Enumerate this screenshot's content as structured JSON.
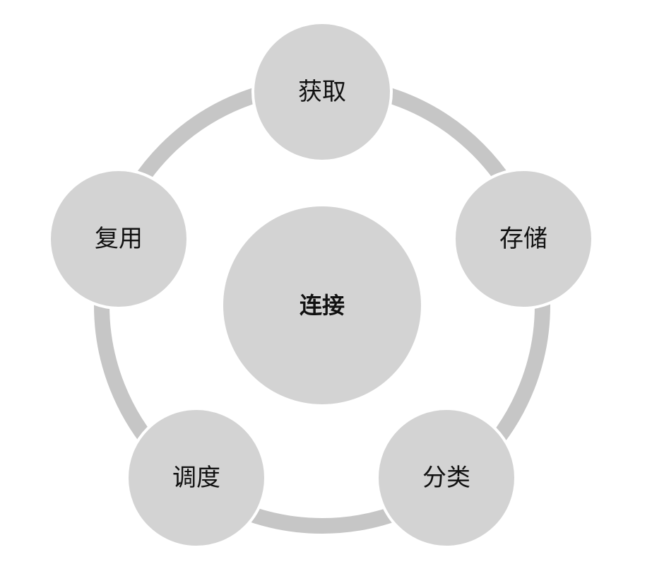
{
  "diagram": {
    "center": {
      "label": "连接"
    },
    "nodes": [
      {
        "id": "acquire",
        "label": "获取"
      },
      {
        "id": "store",
        "label": "存储"
      },
      {
        "id": "classify",
        "label": "分类"
      },
      {
        "id": "schedule",
        "label": "调度"
      },
      {
        "id": "reuse",
        "label": "复用"
      }
    ],
    "colors": {
      "node_fill": "#d3d3d3",
      "ring": "#c6c6c6",
      "background": "#ffffff",
      "text": "#111111"
    }
  }
}
